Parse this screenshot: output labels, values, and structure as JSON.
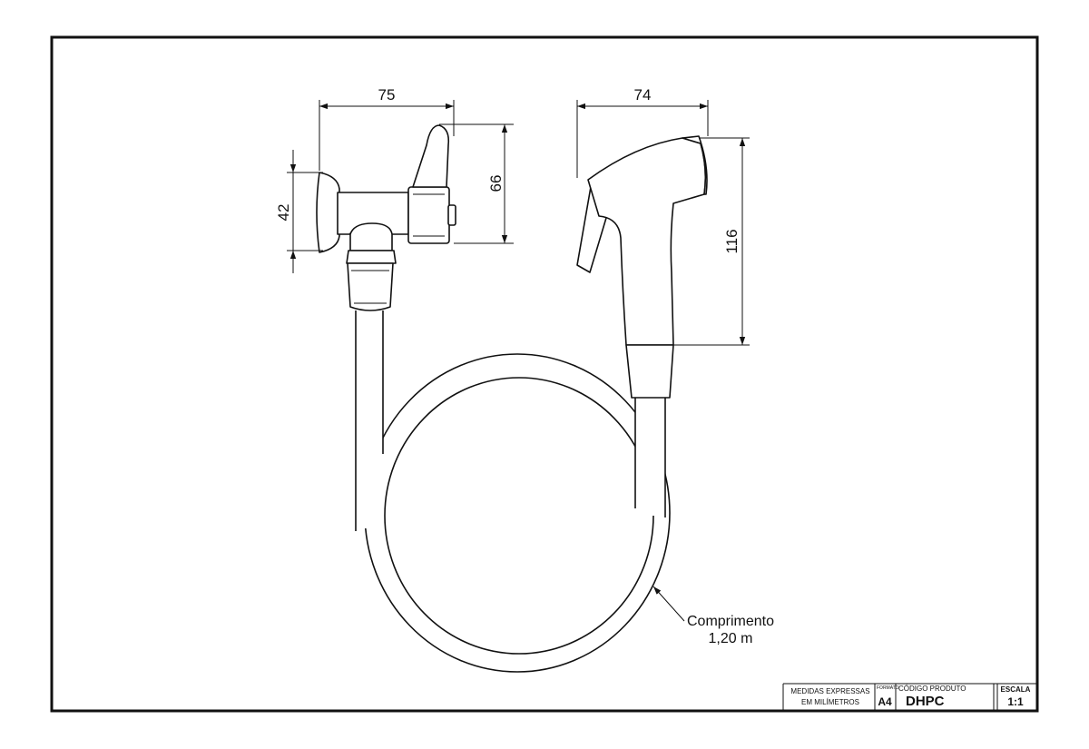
{
  "drawing": {
    "dimensions": {
      "valve_width": "75",
      "valve_height": "66",
      "flange_height": "42",
      "sprayer_width": "74",
      "sprayer_height": "116"
    },
    "hose_note": {
      "line1": "Comprimento",
      "line2": "1,20 m"
    }
  },
  "title_block": {
    "units_line1": "MEDIDAS EXPRESSAS",
    "units_line2": "EM MILÍMETROS",
    "format_label": "FORMATO",
    "format_value": "A4",
    "product_code_label": "CÓDIGO PRODUTO",
    "product_code_value": "DHPC",
    "scale_label": "ESCALA",
    "scale_value": "1:1"
  }
}
